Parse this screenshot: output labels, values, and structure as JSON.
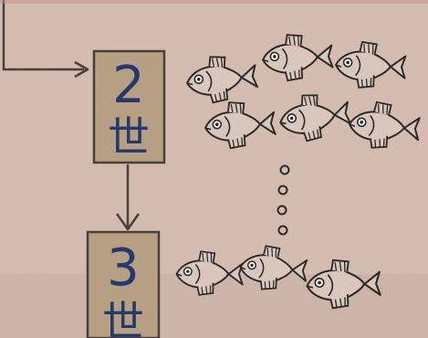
{
  "boxes": {
    "gen2": {
      "line1": "2",
      "line2": "世"
    },
    "gen3": {
      "line1": "3",
      "line2": "世"
    }
  },
  "colors": {
    "paper": "#d8bfb3",
    "ink": "#2b2a2a",
    "blue_ink": "#243a6b",
    "box_fill": "#b79f84",
    "fish_fill": "#d9c7be"
  },
  "icons": [
    "fish-icon",
    "arrow-right-icon",
    "arrow-down-icon",
    "ellipsis-dots-icon"
  ]
}
